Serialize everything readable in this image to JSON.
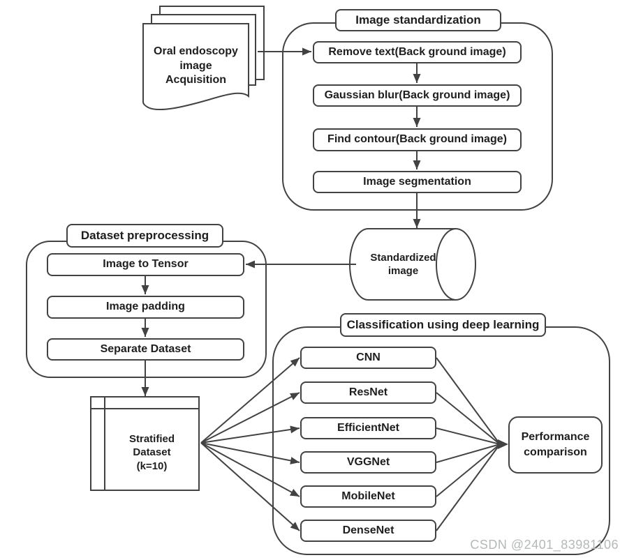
{
  "colors": {
    "line": "#424242",
    "text": "#1e1e1e",
    "watermark": "#b4b9b7"
  },
  "acquisition": {
    "label": "Oral endoscopy\nimage\nAcquisition"
  },
  "standardization": {
    "title": "Image standardization",
    "steps": [
      "Remove text(Back ground image)",
      "Gaussian blur(Back ground image)",
      "Find contour(Back ground image)",
      "Image segmentation"
    ]
  },
  "storage": {
    "label": "Standardized\nimage"
  },
  "preprocessing": {
    "title": "Dataset preprocessing",
    "steps": [
      "Image to Tensor",
      "Image padding",
      "Separate Dataset"
    ]
  },
  "stratified": {
    "label": "Stratified\nDataset\n(k=10)"
  },
  "classification": {
    "title": "Classification using deep learning",
    "models": [
      "CNN",
      "ResNet",
      "EfficientNet",
      "VGGNet",
      "MobileNet",
      "DenseNet"
    ]
  },
  "performance": {
    "label": "Performance\ncomparison"
  },
  "watermark": {
    "text": "CSDN @2401_83981106"
  }
}
